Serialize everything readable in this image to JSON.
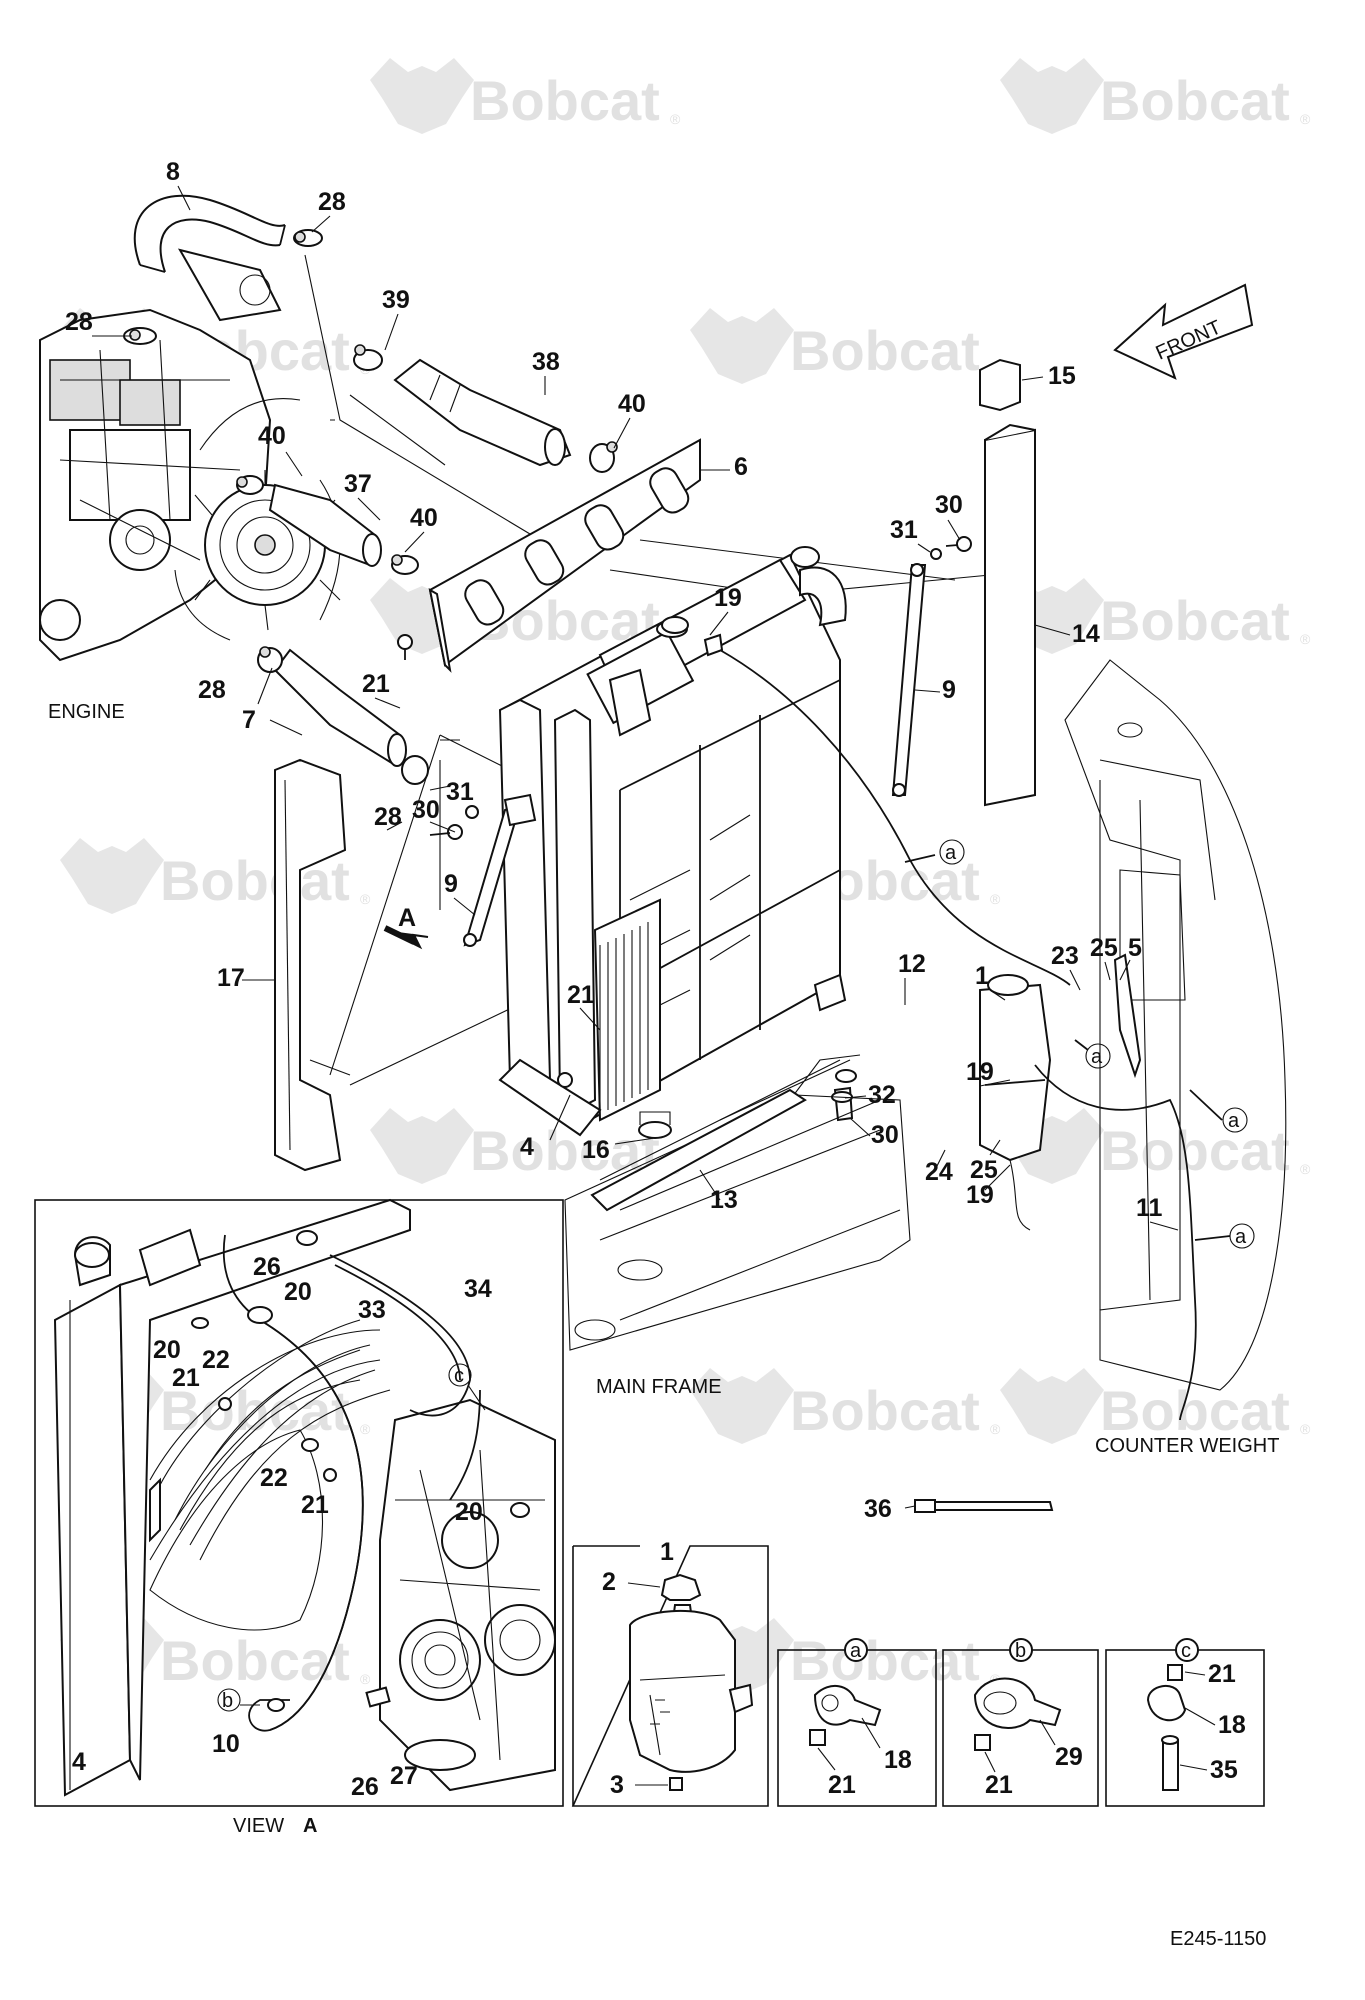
{
  "brand": "Bobcat",
  "brand_mark": "®",
  "drawing_code": "E245-1150",
  "captions": {
    "engine": "ENGINE",
    "main_frame": "MAIN FRAME",
    "counter_weight": "COUNTER WEIGHT",
    "view": "VIEW",
    "view_letter": "A",
    "front": "FRONT",
    "arrow_a": "A"
  },
  "detail_letters": {
    "a": "a",
    "b": "b",
    "c": "c"
  },
  "callouts": {
    "main": [
      "8",
      "28",
      "28",
      "39",
      "38",
      "40",
      "40",
      "37",
      "40",
      "6",
      "31",
      "30",
      "19",
      "15",
      "14",
      "9",
      "21",
      "28",
      "7",
      "28",
      "30",
      "31",
      "9",
      "17",
      "21",
      "4",
      "16",
      "13",
      "32",
      "30",
      "12",
      "1",
      "19",
      "23",
      "25",
      "5",
      "24",
      "25",
      "19",
      "11",
      "36"
    ],
    "view_a": [
      "26",
      "20",
      "33",
      "34",
      "20",
      "22",
      "21",
      "22",
      "21",
      "20",
      "10",
      "26",
      "27",
      "4"
    ],
    "tank_detail": [
      "1",
      "2",
      "3"
    ],
    "detail_a": [
      "18",
      "21"
    ],
    "detail_b": [
      "29",
      "21"
    ],
    "detail_c": [
      "21",
      "18",
      "35"
    ]
  },
  "colors": {
    "line": "#111111",
    "watermark": "#e1e1e1",
    "background": "#ffffff"
  }
}
